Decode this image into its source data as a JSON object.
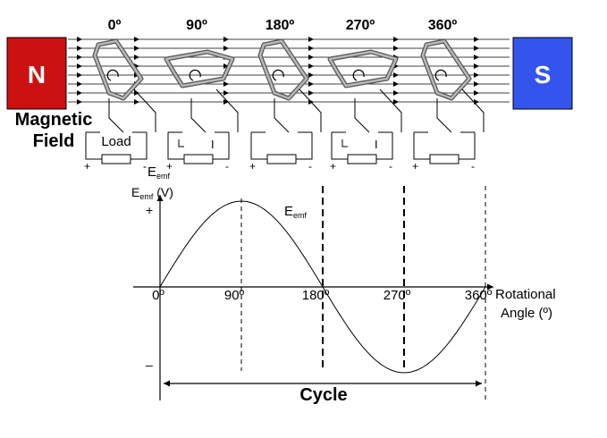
{
  "colors": {
    "north_pole": "#cc1111",
    "south_pole": "#3355ee",
    "ink": "#000000",
    "coil_fill": "#b8b8b8"
  },
  "magnets": {
    "north_label": "N",
    "south_label": "S",
    "field_label_line1": "Magnetic",
    "field_label_line2": "Field"
  },
  "coils": [
    {
      "angle_label": "0º",
      "load_label": "Load"
    },
    {
      "angle_label": "90º",
      "load_label": ""
    },
    {
      "angle_label": "180º",
      "load_label": ""
    },
    {
      "angle_label": "270º",
      "load_label": ""
    },
    {
      "angle_label": "360º",
      "load_label": ""
    }
  ],
  "terminals": {
    "plus": "+",
    "minus": "-",
    "current_label": "I"
  },
  "emf_label_top": {
    "main": "E",
    "sub": "emf"
  },
  "graph": {
    "y_label_main": "E",
    "y_label_sub": "emf",
    "y_label_unit": " (V)",
    "y_plus": "+",
    "y_minus": "–",
    "curve_label_main": "E",
    "curve_label_sub": "emf",
    "x_tick_labels": [
      "0º",
      "90º",
      "180º",
      "270º",
      "360º"
    ],
    "x_axis_label_line1": "Rotational",
    "x_axis_label_line2": "Angle (º)",
    "cycle_label": "Cycle"
  }
}
